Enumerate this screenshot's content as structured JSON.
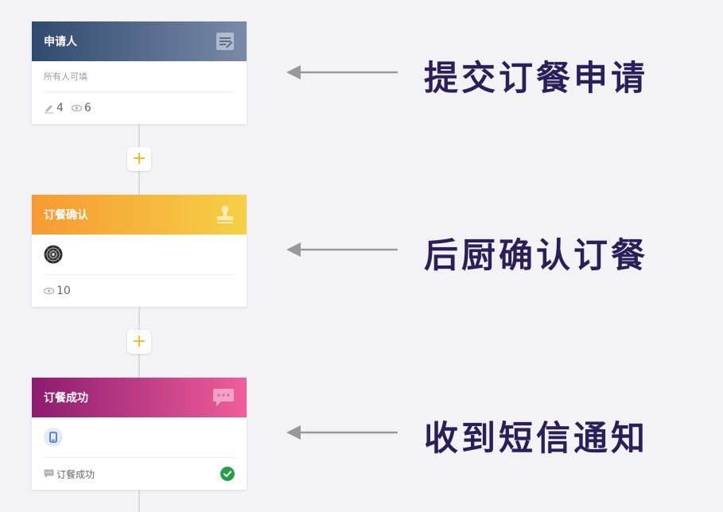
{
  "steps": [
    {
      "title": "申请人",
      "header_icon": "form-edit-icon",
      "subtitle": "所有人可填",
      "edit_count": "4",
      "view_count": "6",
      "caption": "提交订餐申请",
      "gradient": [
        "#2f4a6e",
        "#7a8aa8"
      ]
    },
    {
      "title": "订餐确认",
      "header_icon": "stamp-icon",
      "view_count": "10",
      "caption": "后厨确认订餐",
      "gradient": [
        "#f79a32",
        "#f6d046"
      ]
    },
    {
      "title": "订餐成功",
      "header_icon": "chat-bubble-icon",
      "footer_label": "订餐成功",
      "caption": "收到短信通知",
      "gradient": [
        "#8c1b6f",
        "#f05e9a"
      ]
    }
  ],
  "add_button_label": "+",
  "colors": {
    "accent": "#f5b91c",
    "caption": "#2b1f5a",
    "success": "#24a148"
  }
}
